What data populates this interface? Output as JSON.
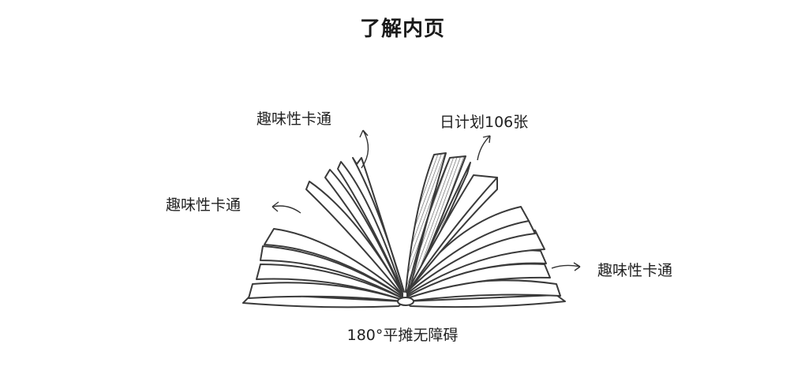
{
  "title": "了解内页",
  "annotations": {
    "top_left": "趣味性卡通",
    "top_right": "日计划106张",
    "left": "趣味性卡通",
    "right": "趣味性卡通",
    "bottom": "180°平摊无障碍"
  }
}
